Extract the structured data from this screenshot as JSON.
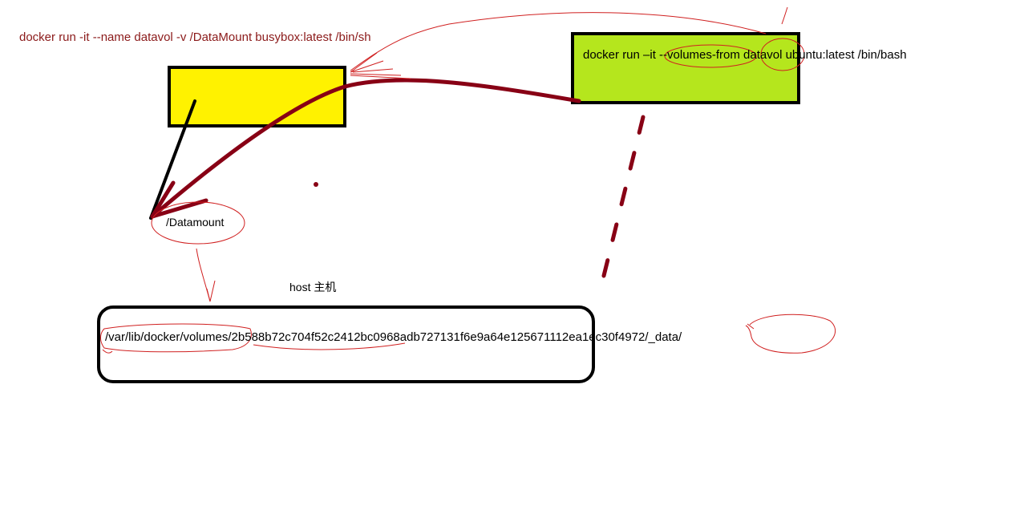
{
  "labels": {
    "datavol_command": "docker run -it --name datavol -v /DataMount busybox:latest /bin/sh",
    "ubuntu_command": "docker run –it --volumes-from datavol ubuntu:latest /bin/bash",
    "mount_point": "/Datamount",
    "host_label": "host 主机",
    "host_path": "/var/lib/docker/volumes/2b588b72c704f52c2412bc0968adb727131f6e9a64e125671112ea1ec30f4972/_data/"
  },
  "colors": {
    "datavol_box_fill": "#fff200",
    "ubuntu_box_fill": "#b5e61d",
    "host_box_fill": "#ffffff",
    "box_border": "#000000",
    "arrow_dark_red": "#880015",
    "annotation_red": "#d02020",
    "command_text_red": "#8b1a1a"
  }
}
